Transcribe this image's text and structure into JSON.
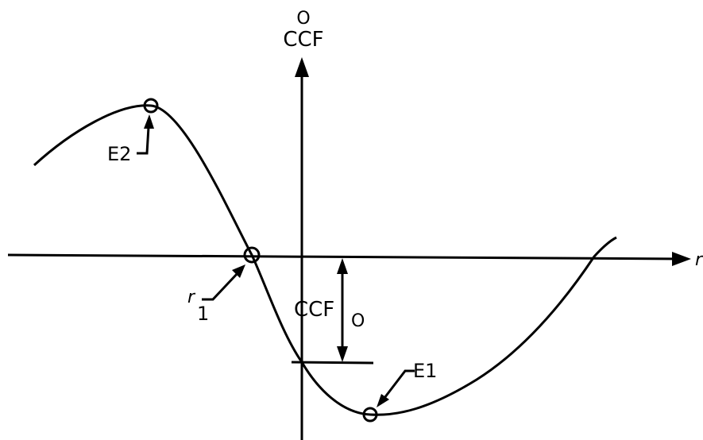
{
  "labels": {
    "y_axis_top": "O",
    "y_axis_main": "CCF",
    "x_axis": "r",
    "r_symbol": "r",
    "r_sub": "1",
    "ccf_main": "CCF",
    "ccf_sub": "O",
    "e1": "E1",
    "e2": "E2"
  },
  "colors": {
    "ink": "#000000",
    "background": "#ffffff"
  }
}
